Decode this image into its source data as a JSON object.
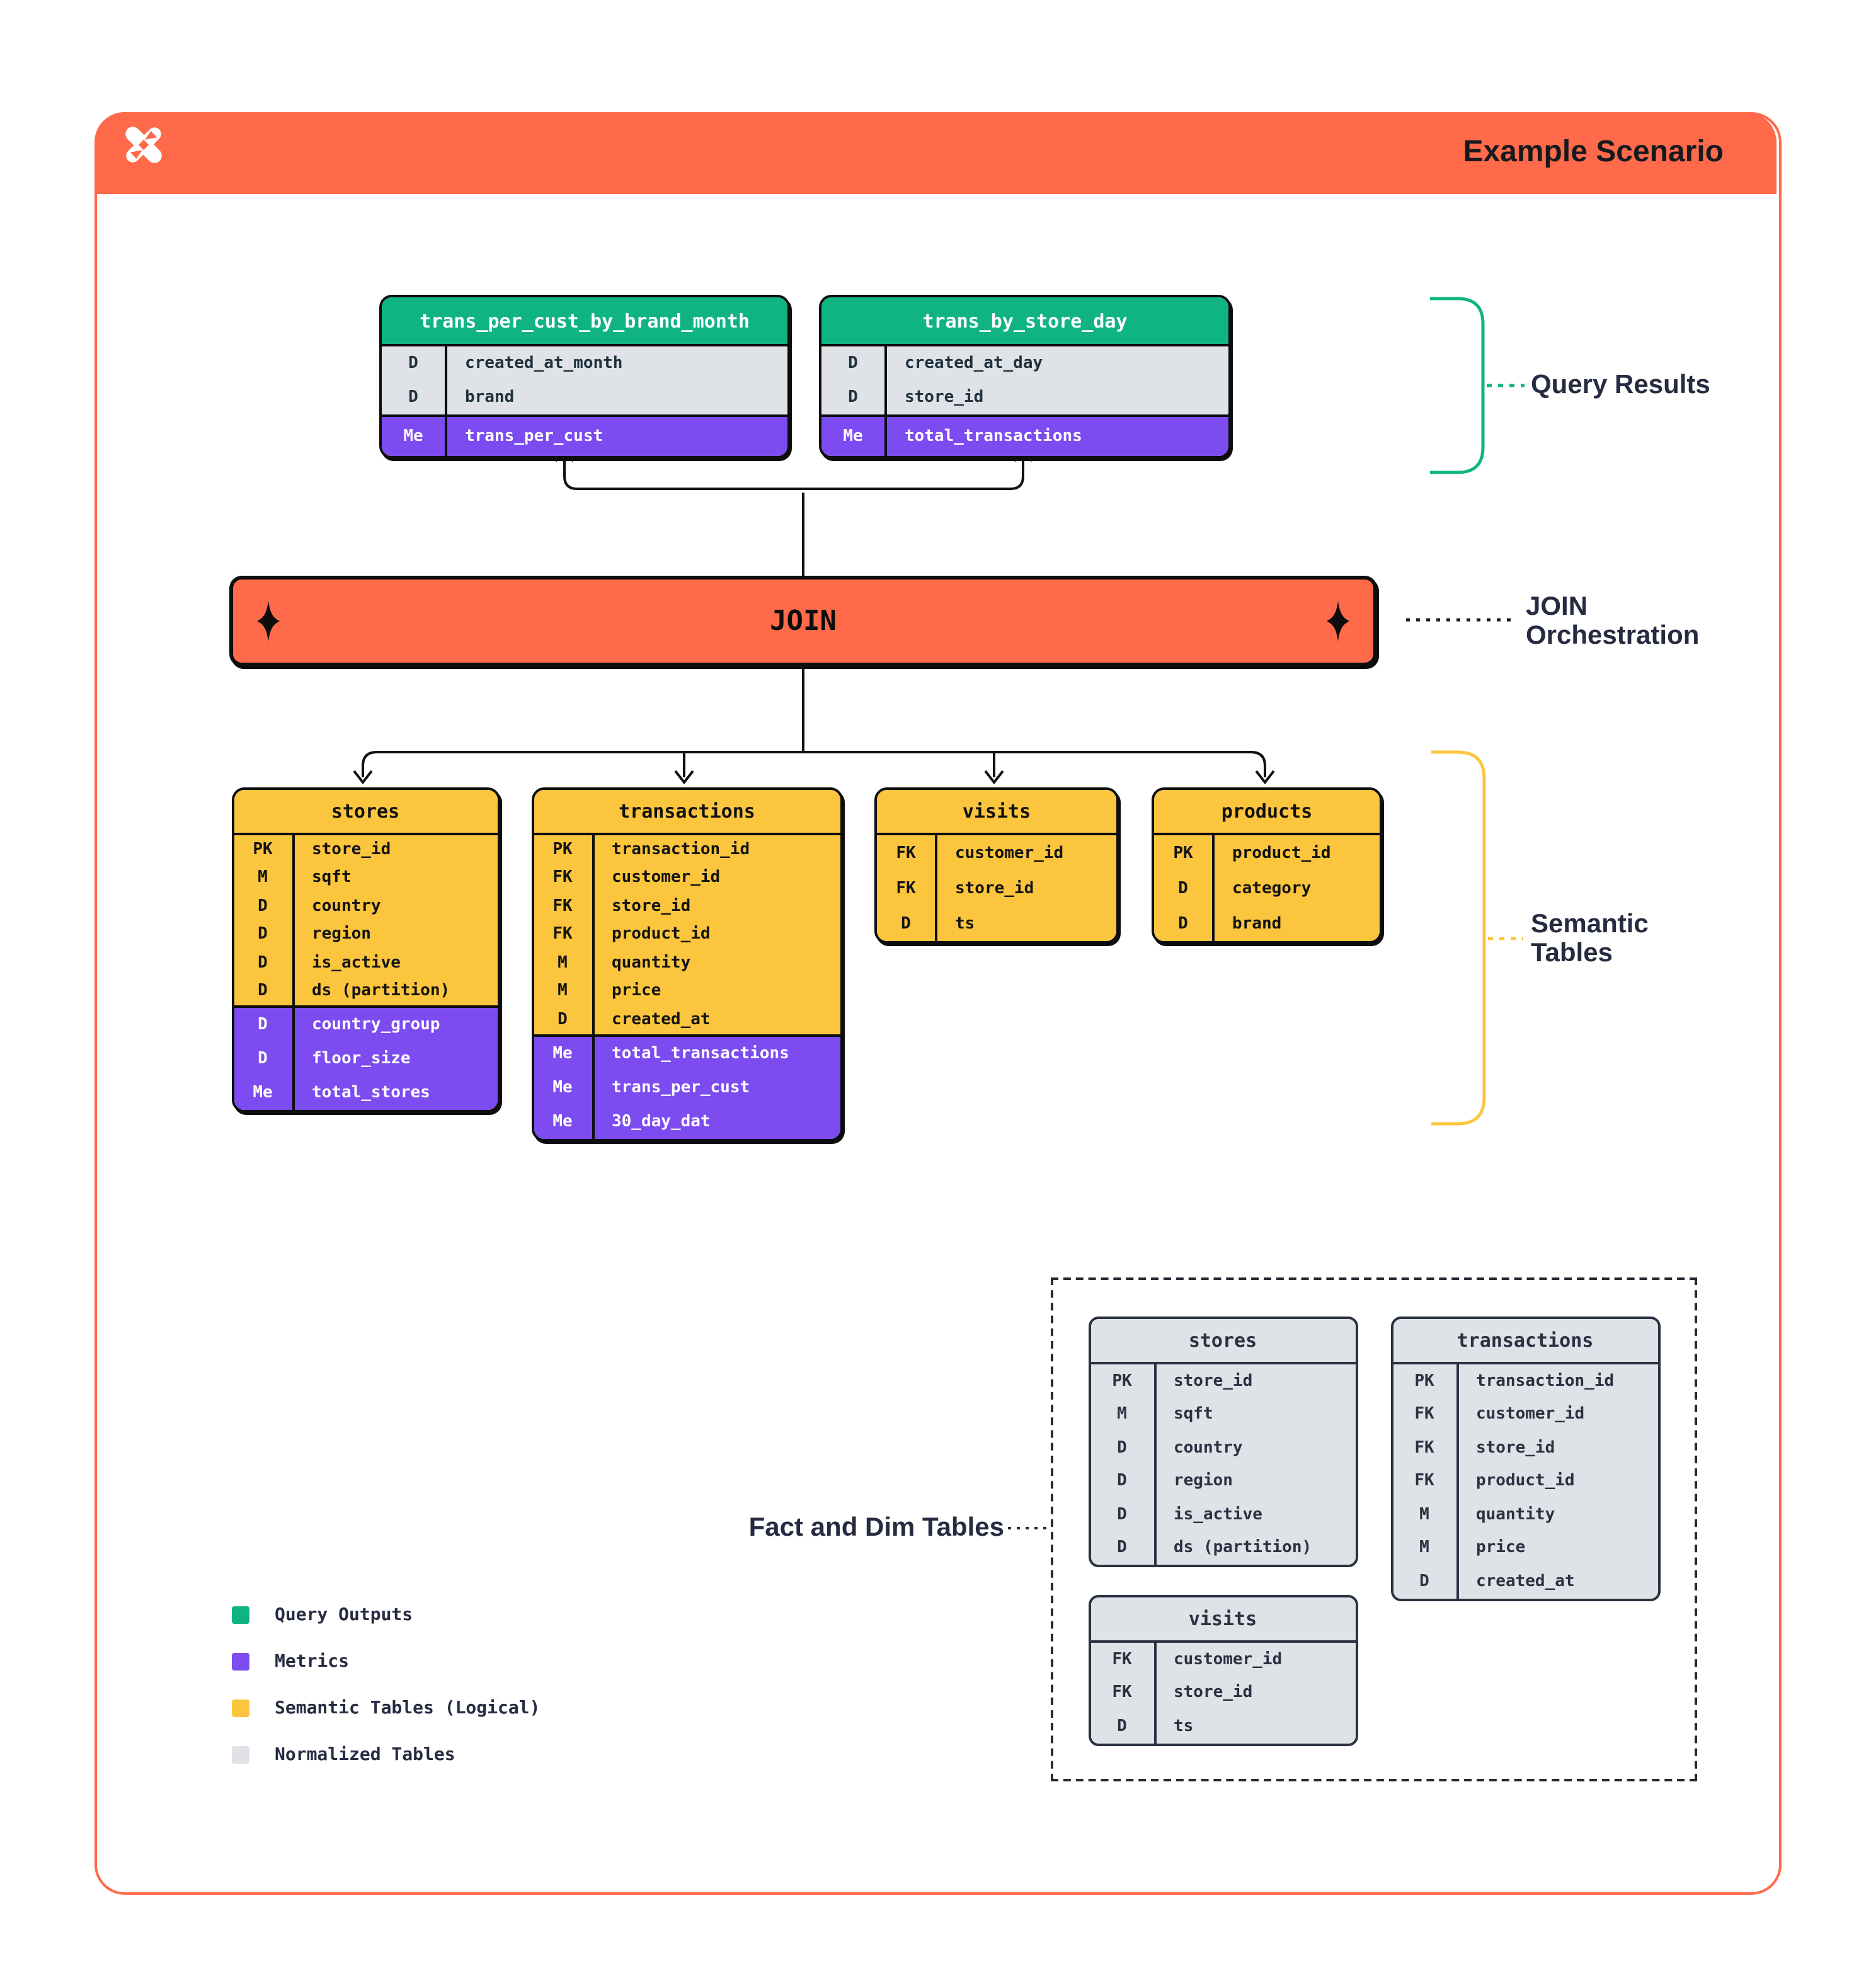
{
  "header": {
    "title": "Example Scenario",
    "logo": "x-star-logo"
  },
  "colors": {
    "orange": "#FF6A4A",
    "green": "#10B483",
    "purple": "#7C4CF0",
    "yellow": "#FBC53D",
    "gray": "#DFE2E6",
    "navy": "#262B42"
  },
  "join": {
    "label": "JOIN"
  },
  "annotations": {
    "query_results": {
      "label": "Query Results"
    },
    "join_orchestration": {
      "line1": "JOIN",
      "line2": "Orchestration"
    },
    "semantic_tables": {
      "line1": "Semantic",
      "line2": "Tables"
    },
    "fact_dim": {
      "label": "Fact and Dim Tables"
    }
  },
  "query_tables": [
    {
      "name": "trans_per_cust_by_brand_month",
      "sections": [
        {
          "kind": "dims",
          "rows": [
            {
              "k": "D",
              "f": "created_at_month"
            },
            {
              "k": "D",
              "f": "brand"
            }
          ]
        },
        {
          "kind": "metrics",
          "rows": [
            {
              "k": "Me",
              "f": "trans_per_cust"
            }
          ]
        }
      ]
    },
    {
      "name": "trans_by_store_day",
      "sections": [
        {
          "kind": "dims",
          "rows": [
            {
              "k": "D",
              "f": "created_at_day"
            },
            {
              "k": "D",
              "f": "store_id"
            }
          ]
        },
        {
          "kind": "metrics",
          "rows": [
            {
              "k": "Me",
              "f": "total_transactions"
            }
          ]
        }
      ]
    }
  ],
  "semantic_tables": [
    {
      "name": "stores",
      "sections": [
        {
          "kind": "fields",
          "rows": [
            {
              "k": "PK",
              "f": "store_id"
            },
            {
              "k": "M",
              "f": "sqft"
            },
            {
              "k": "D",
              "f": "country"
            },
            {
              "k": "D",
              "f": "region"
            },
            {
              "k": "D",
              "f": "is_active"
            },
            {
              "k": "D",
              "f": "ds (partition)"
            }
          ]
        },
        {
          "kind": "metrics",
          "rows": [
            {
              "k": "D",
              "f": "country_group"
            },
            {
              "k": "D",
              "f": "floor_size"
            },
            {
              "k": "Me",
              "f": "total_stores"
            }
          ]
        }
      ]
    },
    {
      "name": "transactions",
      "sections": [
        {
          "kind": "fields",
          "rows": [
            {
              "k": "PK",
              "f": "transaction_id"
            },
            {
              "k": "FK",
              "f": "customer_id"
            },
            {
              "k": "FK",
              "f": "store_id"
            },
            {
              "k": "FK",
              "f": "product_id"
            },
            {
              "k": "M",
              "f": "quantity"
            },
            {
              "k": "M",
              "f": "price"
            },
            {
              "k": "D",
              "f": "created_at"
            }
          ]
        },
        {
          "kind": "metrics",
          "rows": [
            {
              "k": "Me",
              "f": "total_transactions"
            },
            {
              "k": "Me",
              "f": "trans_per_cust"
            },
            {
              "k": "Me",
              "f": "30_day_dat"
            }
          ]
        }
      ]
    },
    {
      "name": "visits",
      "sections": [
        {
          "kind": "fields",
          "rows": [
            {
              "k": "FK",
              "f": "customer_id"
            },
            {
              "k": "FK",
              "f": "store_id"
            },
            {
              "k": "D",
              "f": "ts"
            }
          ]
        }
      ]
    },
    {
      "name": "products",
      "sections": [
        {
          "kind": "fields",
          "rows": [
            {
              "k": "PK",
              "f": "product_id"
            },
            {
              "k": "D",
              "f": "category"
            },
            {
              "k": "D",
              "f": "brand"
            }
          ]
        }
      ]
    }
  ],
  "normalized_tables": [
    {
      "name": "stores",
      "sections": [
        {
          "kind": "fields",
          "rows": [
            {
              "k": "PK",
              "f": "store_id"
            },
            {
              "k": "M",
              "f": "sqft"
            },
            {
              "k": "D",
              "f": "country"
            },
            {
              "k": "D",
              "f": "region"
            },
            {
              "k": "D",
              "f": "is_active"
            },
            {
              "k": "D",
              "f": "ds (partition)"
            }
          ]
        }
      ]
    },
    {
      "name": "transactions",
      "sections": [
        {
          "kind": "fields",
          "rows": [
            {
              "k": "PK",
              "f": "transaction_id"
            },
            {
              "k": "FK",
              "f": "customer_id"
            },
            {
              "k": "FK",
              "f": "store_id"
            },
            {
              "k": "FK",
              "f": "product_id"
            },
            {
              "k": "M",
              "f": "quantity"
            },
            {
              "k": "M",
              "f": "price"
            },
            {
              "k": "D",
              "f": "created_at"
            }
          ]
        }
      ]
    },
    {
      "name": "visits",
      "sections": [
        {
          "kind": "fields",
          "rows": [
            {
              "k": "FK",
              "f": "customer_id"
            },
            {
              "k": "FK",
              "f": "store_id"
            },
            {
              "k": "D",
              "f": "ts"
            }
          ]
        }
      ]
    }
  ],
  "legend": {
    "items": [
      {
        "label": "Query Outputs",
        "color": "#10B483"
      },
      {
        "label": "Metrics",
        "color": "#7C4CF0"
      },
      {
        "label": "Semantic Tables (Logical)",
        "color": "#FBC53D"
      },
      {
        "label": "Normalized Tables",
        "color": "#DFE2E6"
      }
    ]
  }
}
